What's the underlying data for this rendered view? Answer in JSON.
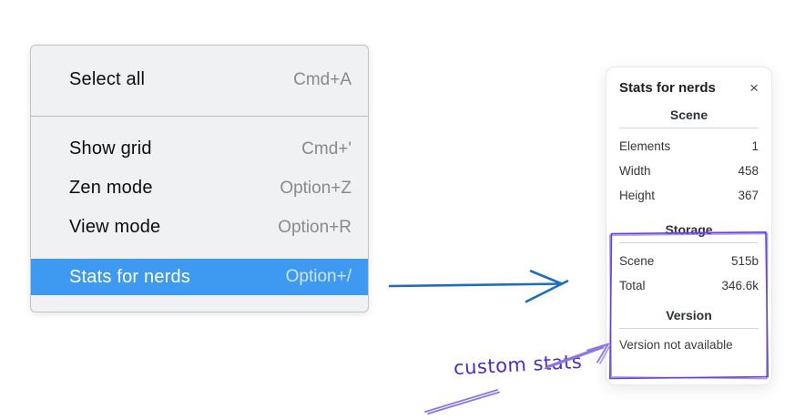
{
  "context_menu": {
    "items": [
      {
        "label": "Select all",
        "shortcut": "Cmd+A",
        "highlighted": false
      },
      {
        "label": "Show grid",
        "shortcut": "Cmd+'",
        "highlighted": false
      },
      {
        "label": "Zen mode",
        "shortcut": "Option+Z",
        "highlighted": false
      },
      {
        "label": "View mode",
        "shortcut": "Option+R",
        "highlighted": false
      },
      {
        "label": "Stats for nerds",
        "shortcut": "Option+/",
        "highlighted": true
      }
    ],
    "highlight_color": "#3e9af0"
  },
  "stats_panel": {
    "title": "Stats for nerds",
    "close_icon": "×",
    "sections": [
      {
        "title": "Scene",
        "rows": [
          {
            "label": "Elements",
            "value": "1"
          },
          {
            "label": "Width",
            "value": "458"
          },
          {
            "label": "Height",
            "value": "367"
          }
        ]
      },
      {
        "title": "Storage",
        "rows": [
          {
            "label": "Scene",
            "value": "515b"
          },
          {
            "label": "Total",
            "value": "346.6k"
          }
        ]
      },
      {
        "title": "Version",
        "note": "Version not available"
      }
    ]
  },
  "annotations": {
    "label": "custom stats",
    "label_color": "#4b2bc9",
    "box_color": "#6741d9",
    "arrow_color": "#8d76e3",
    "flow_arrow_color": "#1d6cbd"
  }
}
